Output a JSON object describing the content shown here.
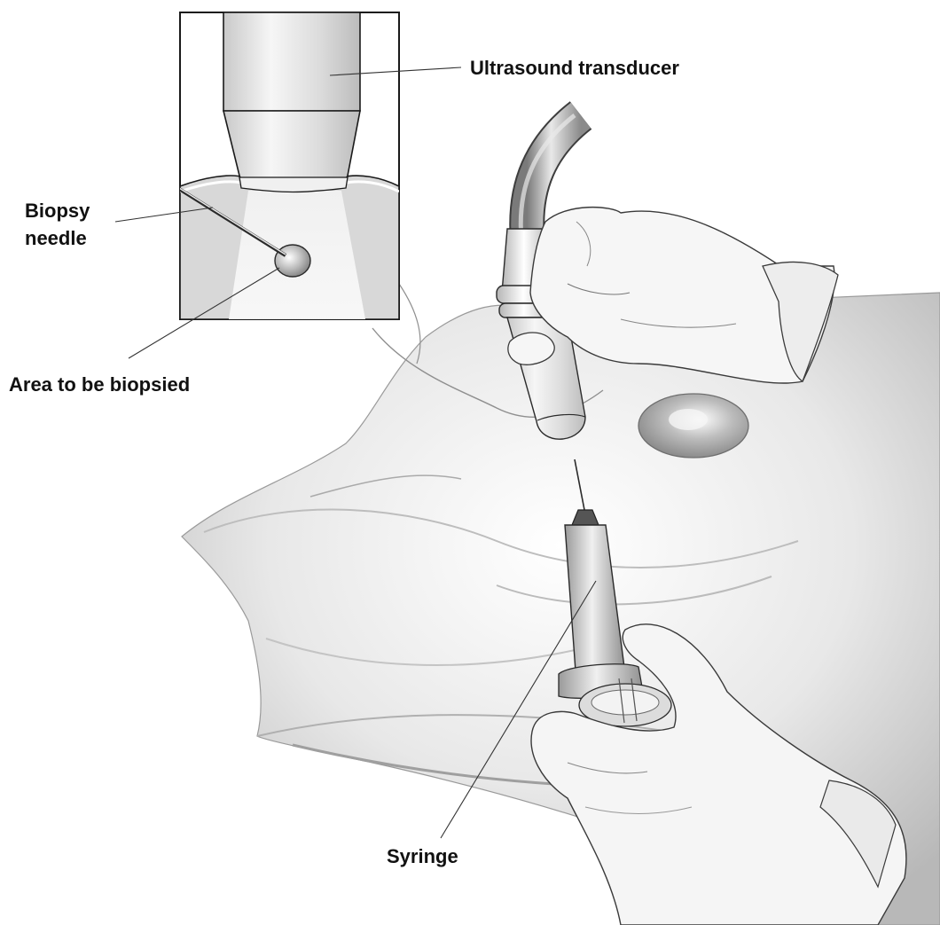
{
  "labels": {
    "transducer": "Ultrasound transducer",
    "needle_line1": "Biopsy",
    "needle_line2": "needle",
    "area": "Area to be biopsied",
    "syringe": "Syringe"
  },
  "colors": {
    "ink": "#1a1a1a",
    "skin_light": "#efefef",
    "skin_mid": "#d6d6d6",
    "skin_dark": "#a9a9a9",
    "glove": "#f4f4f4",
    "inset_bg": "#e6e6e6"
  }
}
